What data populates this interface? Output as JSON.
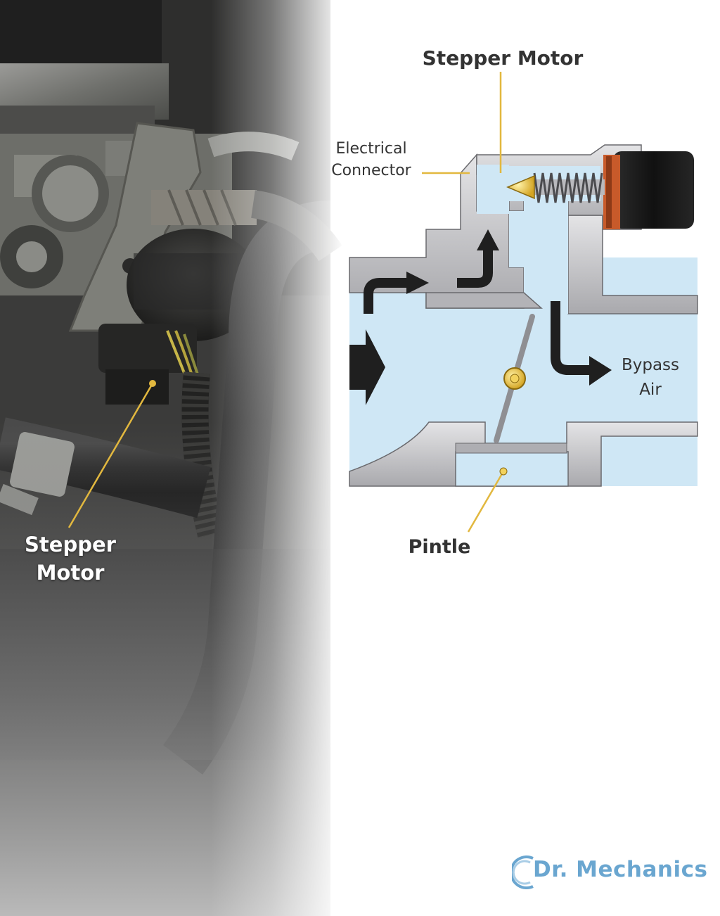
{
  "photo": {
    "label_line1": "Stepper",
    "label_line2": "Motor"
  },
  "diagram": {
    "title": "Stepper Motor",
    "connector_line1": "Electrical",
    "connector_line2": "Connector",
    "bypass_line1": "Bypass",
    "bypass_line2": "Air",
    "pintle": "Pintle"
  },
  "logo": {
    "text": "Dr. Mechanics"
  },
  "colors": {
    "leader": "#e2b83f",
    "air": "#cfe7f5",
    "housing": "#c9c9cd",
    "arrow": "#1f1f1f",
    "brand": "#6aa6d0"
  }
}
